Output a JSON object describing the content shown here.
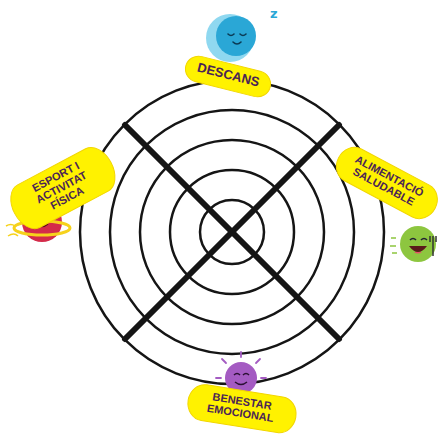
{
  "diagram": {
    "nodes": [
      {
        "text": [
          "DESCANS"
        ]
      },
      {
        "text": [
          "ESPORT I ACTIVITAT FÍSICA"
        ]
      },
      {
        "text": [
          "ALIMENTACIÓ SALUDABLE"
        ]
      },
      {
        "text": [
          "BENESTAR EMOCIONAL"
        ]
      }
    ],
    "labels": [
      "z"
    ]
  }
}
